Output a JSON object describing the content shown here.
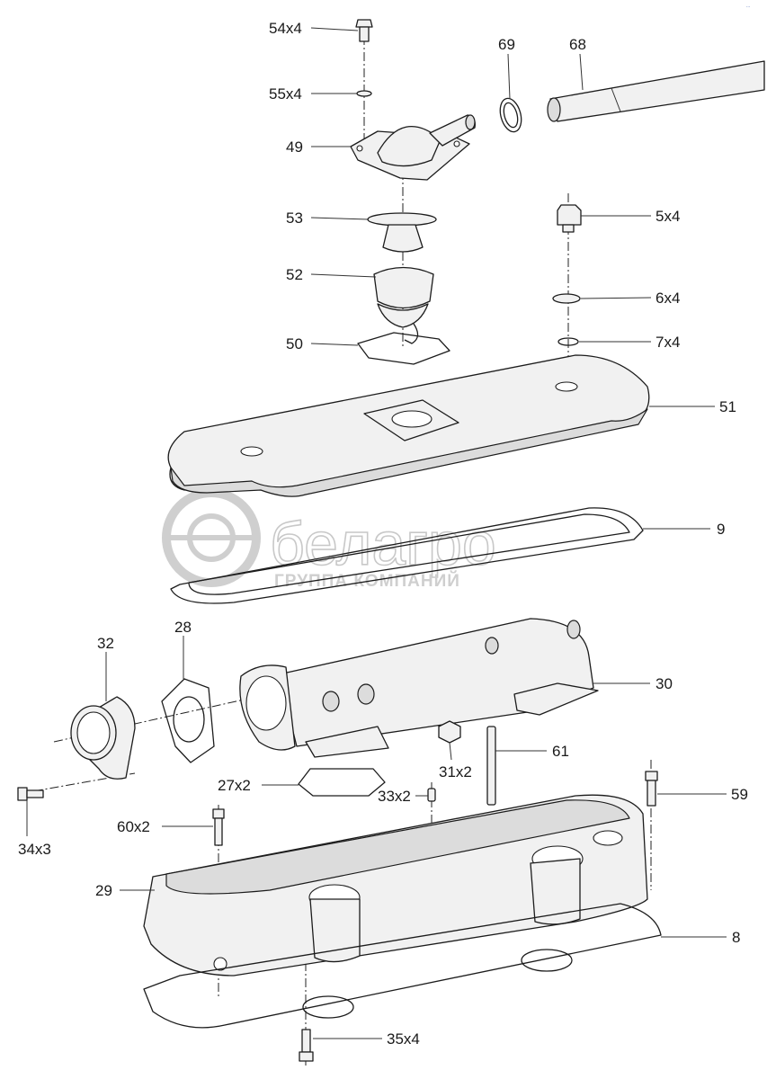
{
  "watermark": {
    "brand": "белагро",
    "tagline": "ГРУППА КОМПАНИЙ"
  },
  "corner_mark": "...",
  "callouts": [
    {
      "id": "54x4",
      "text": "54x4"
    },
    {
      "id": "55x4",
      "text": "55x4"
    },
    {
      "id": "49",
      "text": "49"
    },
    {
      "id": "53",
      "text": "53"
    },
    {
      "id": "52",
      "text": "52"
    },
    {
      "id": "50",
      "text": "50"
    },
    {
      "id": "69",
      "text": "69"
    },
    {
      "id": "68",
      "text": "68"
    },
    {
      "id": "5x4",
      "text": "5x4"
    },
    {
      "id": "6x4",
      "text": "6x4"
    },
    {
      "id": "7x4",
      "text": "7x4"
    },
    {
      "id": "51",
      "text": "51"
    },
    {
      "id": "9",
      "text": "9"
    },
    {
      "id": "32",
      "text": "32"
    },
    {
      "id": "28",
      "text": "28"
    },
    {
      "id": "30",
      "text": "30"
    },
    {
      "id": "61",
      "text": "61"
    },
    {
      "id": "31x2",
      "text": "31x2"
    },
    {
      "id": "27x2",
      "text": "27x2"
    },
    {
      "id": "33x2",
      "text": "33x2"
    },
    {
      "id": "59",
      "text": "59"
    },
    {
      "id": "34x3",
      "text": "34x3"
    },
    {
      "id": "60x2",
      "text": "60x2"
    },
    {
      "id": "29",
      "text": "29"
    },
    {
      "id": "8",
      "text": "8"
    },
    {
      "id": "35x4",
      "text": "35x4"
    }
  ]
}
